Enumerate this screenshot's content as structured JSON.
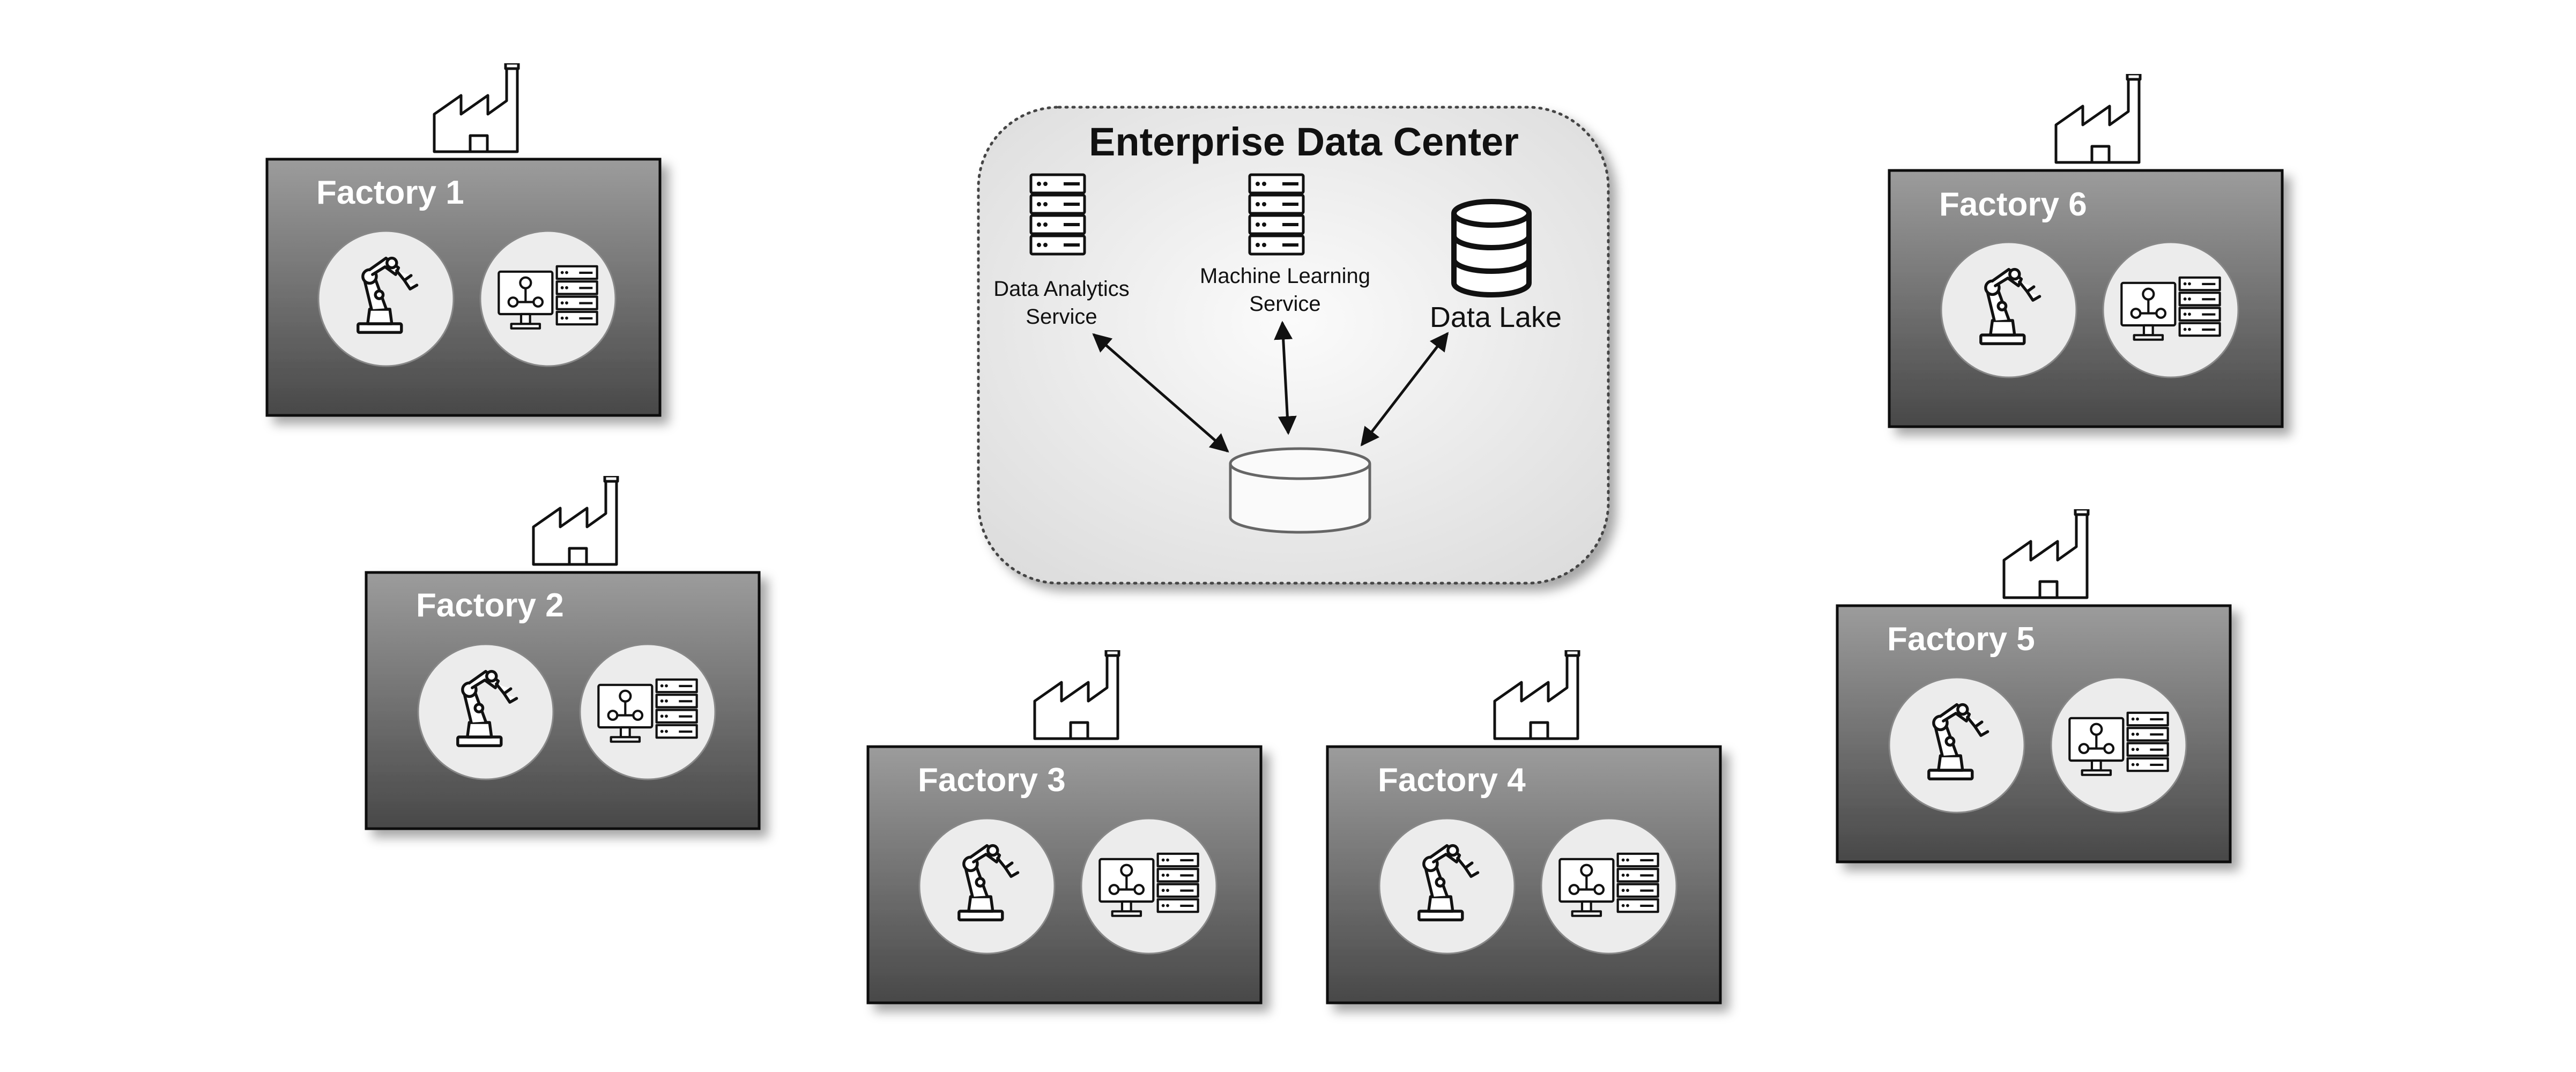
{
  "data_center": {
    "title": "Enterprise Data Center",
    "services": {
      "analytics_line1": "Data Analytics",
      "analytics_line2": "Service",
      "ml_line1": "Machine Learning",
      "ml_line2": "Service",
      "data_lake": "Data Lake"
    }
  },
  "factories": [
    "Factory 1",
    "Factory 2",
    "Factory 3",
    "Factory 4",
    "Factory 5",
    "Factory 6"
  ],
  "icons": {
    "factory": "factory-building-icon",
    "robot": "robot-arm-icon",
    "control": "monitor-server-icon",
    "server": "server-rack-icon",
    "database": "database-icon",
    "hub": "cylinder-hub-icon"
  },
  "colors": {
    "factory_box_top": "#9a9a9a",
    "factory_box_bottom": "#4a4a4a",
    "datacenter_fill": "#ececec",
    "line": "#111111"
  }
}
